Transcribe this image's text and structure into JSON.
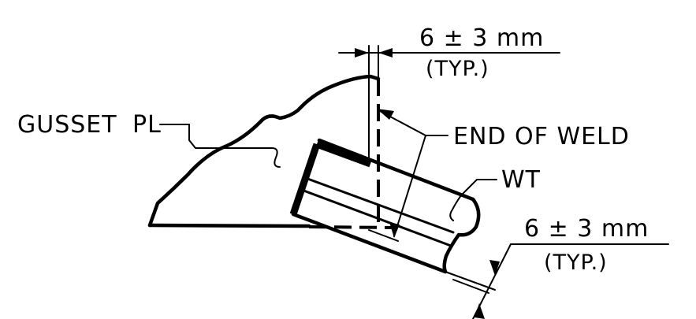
{
  "labels": {
    "gusset": "GUSSET",
    "plate_symbol": "PL",
    "end_of_weld": "END OF WELD",
    "wt": "WT",
    "dim_top_value": "6 ± 3 mm",
    "dim_top_note": "(TYP.)",
    "dim_bottom_value": "6 ± 3 mm",
    "dim_bottom_note": "(TYP.)"
  },
  "colors": {
    "ink": "#000000",
    "paper": "#ffffff"
  }
}
